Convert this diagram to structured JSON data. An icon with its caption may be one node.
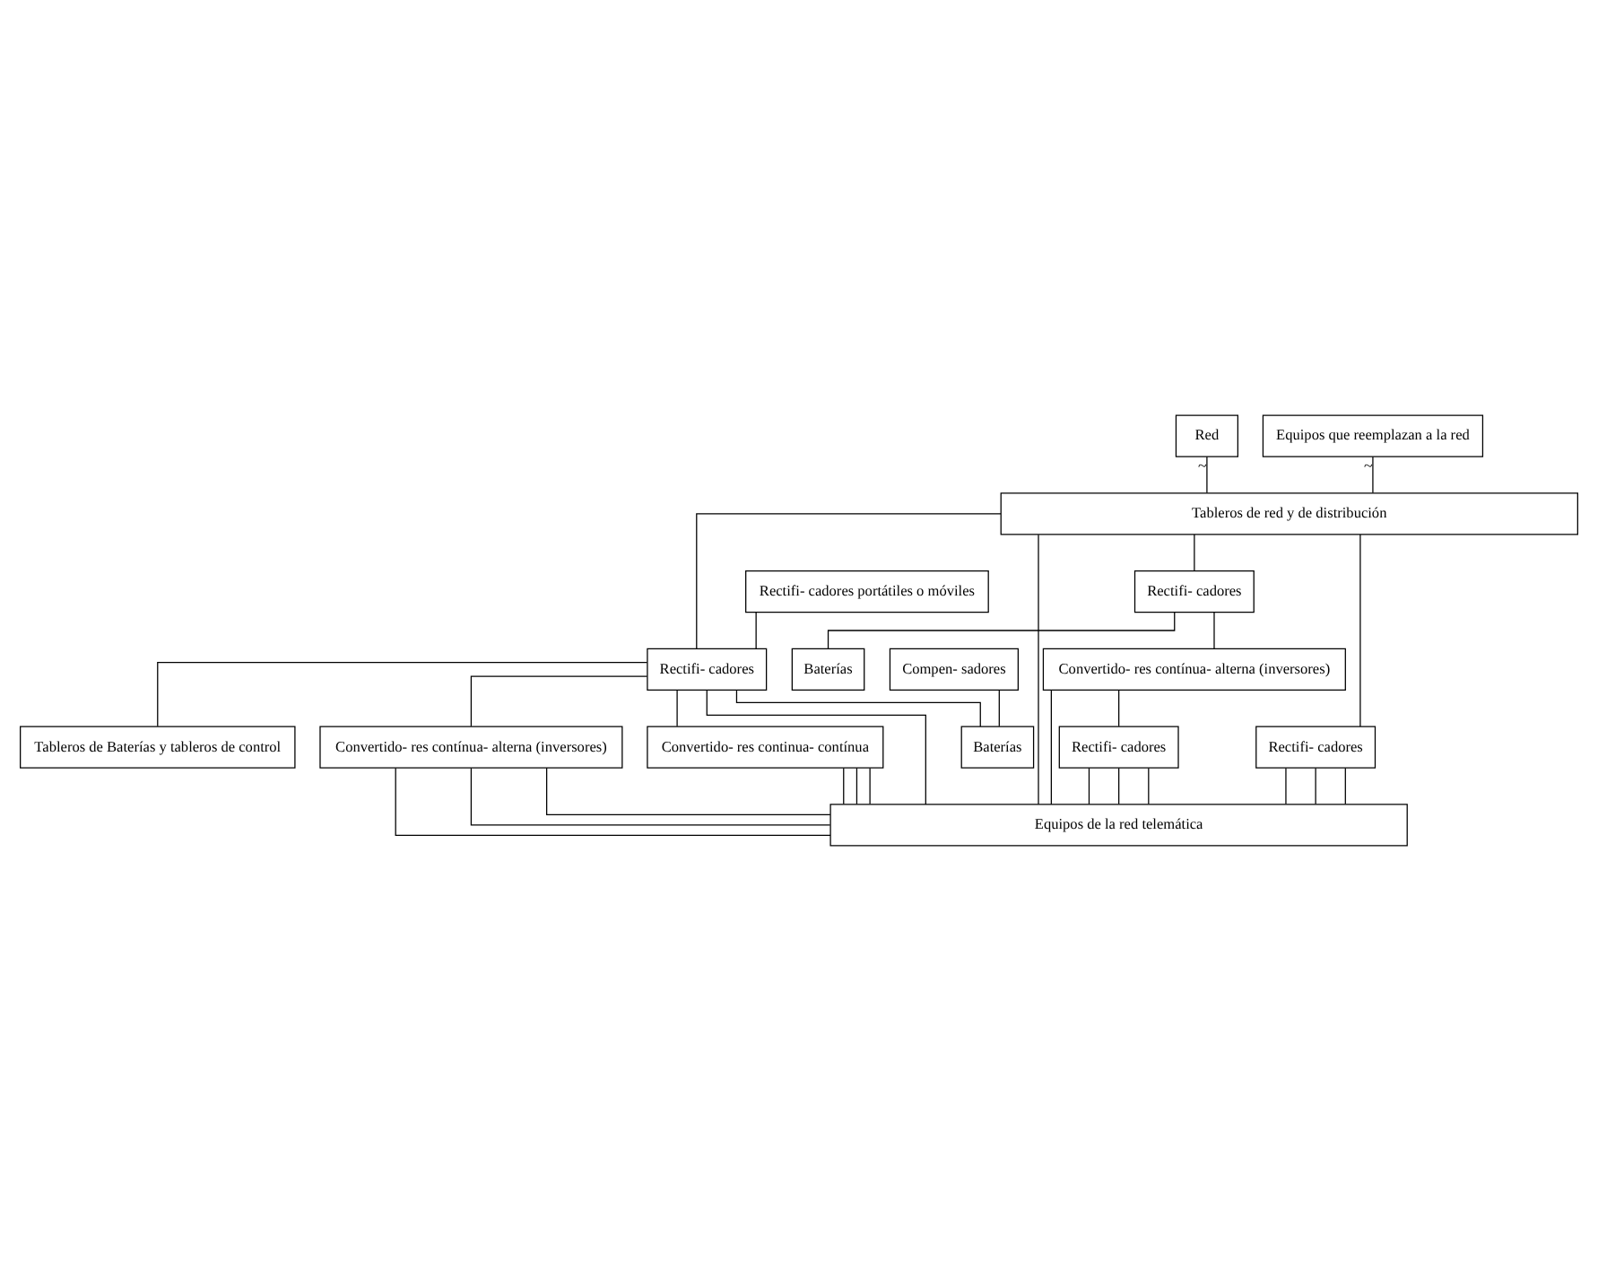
{
  "diagram": {
    "nodes": [
      {
        "text": [
          "Red"
        ]
      },
      {
        "text": [
          "Equipos que reemplazan a la red"
        ]
      },
      {
        "text": [
          "Tableros de red y de distribución"
        ]
      },
      {
        "text": [
          "Rectifi- cadores"
        ]
      },
      {
        "text": [
          "Compen- sadores"
        ]
      },
      {
        "text": [
          "Rectifi- cadores"
        ]
      },
      {
        "text": [
          "Baterías"
        ]
      },
      {
        "text": [
          "Baterías"
        ]
      },
      {
        "text": [
          "Tableros de Baterías y tableros de control"
        ]
      },
      {
        "text": [
          "Convertido- res contínua- alterna (inversores)"
        ]
      },
      {
        "text": [
          "Rectifi- cadores portátiles o móviles"
        ]
      },
      {
        "text": [
          "Convertido- res contínua- alterna (inversores)"
        ]
      },
      {
        "text": [
          "Convertido- res continua- contínua"
        ]
      },
      {
        "text": [
          "Rectifi- cadores"
        ]
      },
      {
        "text": [
          "Rectifi- cadores"
        ]
      },
      {
        "text": [
          "Equipos de la red telemática"
        ]
      }
    ],
    "edges": [
      {
        "from": 0,
        "to": 2,
        "arrow": "none",
        "label": "~"
      },
      {
        "from": 1,
        "to": 2,
        "arrow": "none",
        "label": "~"
      },
      {
        "from": 2,
        "to": 3,
        "arrow": "none"
      },
      {
        "from": 2,
        "to": 5,
        "arrow": "none"
      },
      {
        "from": 2,
        "to": 15,
        "arrow": "none"
      },
      {
        "from": 2,
        "to": 14,
        "arrow": "none"
      },
      {
        "from": 4,
        "to": 6,
        "arrow": "none"
      },
      {
        "from": 3,
        "to": 6,
        "arrow": "none"
      },
      {
        "from": 5,
        "to": 7,
        "arrow": "none"
      },
      {
        "from": 5,
        "to": 9,
        "arrow": "none"
      },
      {
        "from": 3,
        "to": 8,
        "arrow": "none"
      },
      {
        "from": 10,
        "to": 3,
        "arrow": "none"
      },
      {
        "from": 3,
        "to": 12,
        "arrow": "none"
      },
      {
        "from": 3,
        "to": 11,
        "arrow": "none"
      },
      {
        "from": 3,
        "to": 15,
        "arrow": "none"
      },
      {
        "from": 9,
        "to": 13,
        "arrow": "none"
      },
      {
        "from": 9,
        "to": 15,
        "arrow": "none"
      },
      {
        "from": 11,
        "to": 15,
        "arrow": "none"
      },
      {
        "from": 11,
        "to": 15,
        "arrow": "none"
      },
      {
        "from": 11,
        "to": 15,
        "arrow": "none"
      },
      {
        "from": 12,
        "to": 15,
        "arrow": "none"
      },
      {
        "from": 12,
        "to": 15,
        "arrow": "none"
      },
      {
        "from": 12,
        "to": 15,
        "arrow": "none"
      },
      {
        "from": 13,
        "to": 15,
        "arrow": "none"
      },
      {
        "from": 13,
        "to": 15,
        "arrow": "none"
      },
      {
        "from": 13,
        "to": 15,
        "arrow": "none"
      },
      {
        "from": 14,
        "to": 15,
        "arrow": "none"
      },
      {
        "from": 14,
        "to": 15,
        "arrow": "none"
      },
      {
        "from": 14,
        "to": 15,
        "arrow": "none"
      }
    ]
  }
}
